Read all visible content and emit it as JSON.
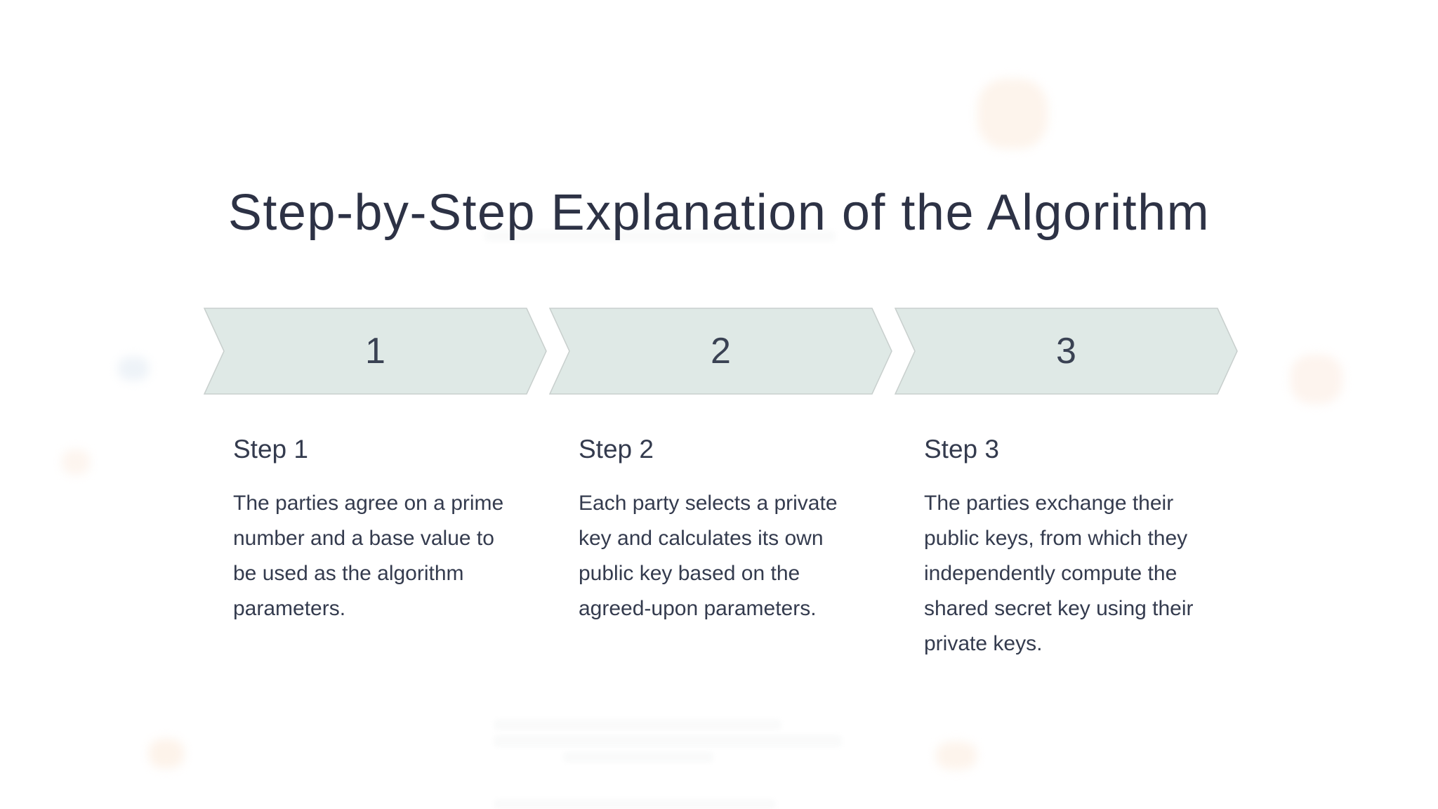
{
  "slide": {
    "title": "Step-by-Step Explanation of the Algorithm"
  },
  "steps": [
    {
      "number": "1",
      "heading": "Step 1",
      "description": "The parties agree on a prime number and a base value to be used as the algorithm parameters."
    },
    {
      "number": "2",
      "heading": "Step 2",
      "description": "Each party selects a private key and calculates its own public key based on the agreed-upon parameters."
    },
    {
      "number": "3",
      "heading": "Step 3",
      "description": "The parties exchange their public keys, from which they independently compute the shared secret key using their private keys."
    }
  ],
  "colors": {
    "title_text": "#2d3245",
    "body_text": "#343b4e",
    "chevron_fill": "#dfe9e6",
    "chevron_border": "#c8cfcd",
    "chevron_number": "#3a4253",
    "background": "#ffffff"
  }
}
